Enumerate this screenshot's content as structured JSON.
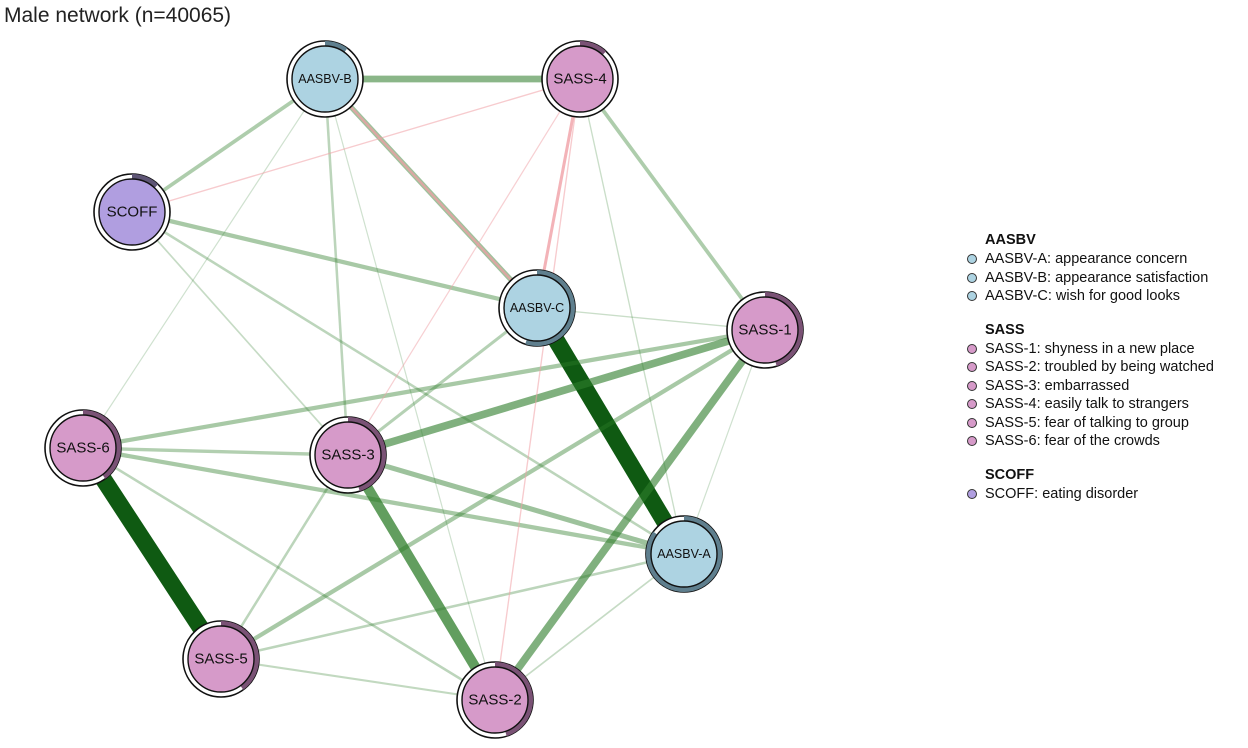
{
  "title": "Male network (n=40065)",
  "colors": {
    "AASBV": "#add3e2",
    "SASS": "#d69ac9",
    "SCOFF": "#b09ee0",
    "positive_edge": "#2e7d2a",
    "negative_edge": "#f0a0a6"
  },
  "nodes": [
    {
      "id": "AASBV-B",
      "group": "AASBV"
    },
    {
      "id": "SASS-4",
      "group": "SASS"
    },
    {
      "id": "SCOFF",
      "group": "SCOFF"
    },
    {
      "id": "AASBV-C",
      "group": "AASBV"
    },
    {
      "id": "SASS-1",
      "group": "SASS"
    },
    {
      "id": "SASS-6",
      "group": "SASS"
    },
    {
      "id": "SASS-3",
      "group": "SASS"
    },
    {
      "id": "AASBV-A",
      "group": "AASBV"
    },
    {
      "id": "SASS-5",
      "group": "SASS"
    },
    {
      "id": "SASS-2",
      "group": "SASS"
    }
  ],
  "edges": [
    {
      "from": "AASBV-C",
      "to": "AASBV-A",
      "weight": 1.0,
      "sign": "positive"
    },
    {
      "from": "SASS-6",
      "to": "SASS-5",
      "weight": 1.0,
      "sign": "positive"
    },
    {
      "from": "SASS-3",
      "to": "SASS-2",
      "weight": 0.6,
      "sign": "positive"
    },
    {
      "from": "SASS-3",
      "to": "SASS-1",
      "weight": 0.45,
      "sign": "positive"
    },
    {
      "from": "SASS-1",
      "to": "SASS-2",
      "weight": 0.45,
      "sign": "positive"
    },
    {
      "from": "AASBV-B",
      "to": "SASS-4",
      "weight": 0.4,
      "sign": "positive"
    },
    {
      "from": "AASBV-B",
      "to": "AASBV-C",
      "weight": 0.3,
      "sign": "positive"
    },
    {
      "from": "SASS-3",
      "to": "AASBV-A",
      "weight": 0.3,
      "sign": "positive"
    },
    {
      "from": "SASS-6",
      "to": "SASS-1",
      "weight": 0.25,
      "sign": "positive"
    },
    {
      "from": "SASS-6",
      "to": "AASBV-A",
      "weight": 0.25,
      "sign": "positive"
    },
    {
      "from": "SCOFF",
      "to": "AASBV-C",
      "weight": 0.25,
      "sign": "positive"
    },
    {
      "from": "SCOFF",
      "to": "AASBV-B",
      "weight": 0.22,
      "sign": "positive"
    },
    {
      "from": "SASS-4",
      "to": "SASS-1",
      "weight": 0.22,
      "sign": "positive"
    },
    {
      "from": "SASS-5",
      "to": "SASS-1",
      "weight": 0.25,
      "sign": "positive"
    },
    {
      "from": "SASS-6",
      "to": "SASS-3",
      "weight": 0.2,
      "sign": "positive"
    },
    {
      "from": "SASS-3",
      "to": "AASBV-C",
      "weight": 0.18,
      "sign": "positive"
    },
    {
      "from": "SASS-6",
      "to": "SASS-2",
      "weight": 0.15,
      "sign": "positive"
    },
    {
      "from": "SASS-5",
      "to": "SASS-3",
      "weight": 0.15,
      "sign": "positive"
    },
    {
      "from": "SASS-5",
      "to": "AASBV-A",
      "weight": 0.15,
      "sign": "positive"
    },
    {
      "from": "SASS-5",
      "to": "SASS-2",
      "weight": 0.12,
      "sign": "positive"
    },
    {
      "from": "AASBV-B",
      "to": "SASS-3",
      "weight": 0.15,
      "sign": "positive"
    },
    {
      "from": "SCOFF",
      "to": "AASBV-A",
      "weight": 0.15,
      "sign": "positive"
    },
    {
      "from": "SCOFF",
      "to": "SASS-3",
      "weight": 0.1,
      "sign": "positive"
    },
    {
      "from": "AASBV-A",
      "to": "SASS-2",
      "weight": 0.1,
      "sign": "positive"
    },
    {
      "from": "SASS-4",
      "to": "AASBV-A",
      "weight": 0.08,
      "sign": "positive"
    },
    {
      "from": "AASBV-C",
      "to": "SASS-1",
      "weight": 0.08,
      "sign": "positive"
    },
    {
      "from": "SASS-6",
      "to": "AASBV-B",
      "weight": 0.05,
      "sign": "positive"
    },
    {
      "from": "SASS-1",
      "to": "AASBV-A",
      "weight": 0.05,
      "sign": "positive"
    },
    {
      "from": "AASBV-B",
      "to": "SASS-2",
      "weight": 0.05,
      "sign": "positive"
    },
    {
      "from": "AASBV-B",
      "to": "AASBV-C",
      "weight": 0.15,
      "sign": "negative"
    },
    {
      "from": "SASS-4",
      "to": "AASBV-C",
      "weight": 0.18,
      "sign": "negative"
    },
    {
      "from": "SASS-4",
      "to": "SCOFF",
      "weight": 0.08,
      "sign": "negative"
    },
    {
      "from": "SASS-4",
      "to": "SASS-2",
      "weight": 0.08,
      "sign": "negative"
    },
    {
      "from": "SASS-4",
      "to": "SASS-3",
      "weight": 0.06,
      "sign": "negative"
    }
  ],
  "legend": [
    {
      "group": "AASBV",
      "items": [
        {
          "label": "AASBV-A: appearance concern"
        },
        {
          "label": "AASBV-B: appearance satisfaction"
        },
        {
          "label": "AASBV-C: wish for good looks"
        }
      ]
    },
    {
      "group": "SASS",
      "items": [
        {
          "label": "SASS-1: shyness in a new place"
        },
        {
          "label": "SASS-2: troubled by being watched"
        },
        {
          "label": "SASS-3: embarrassed"
        },
        {
          "label": "SASS-4: easily talk to strangers"
        },
        {
          "label": "SASS-5: fear of talking to group"
        },
        {
          "label": "SASS-6: fear of the crowds"
        }
      ]
    },
    {
      "group": "SCOFF",
      "items": [
        {
          "label": "SCOFF: eating disorder"
        }
      ]
    }
  ]
}
